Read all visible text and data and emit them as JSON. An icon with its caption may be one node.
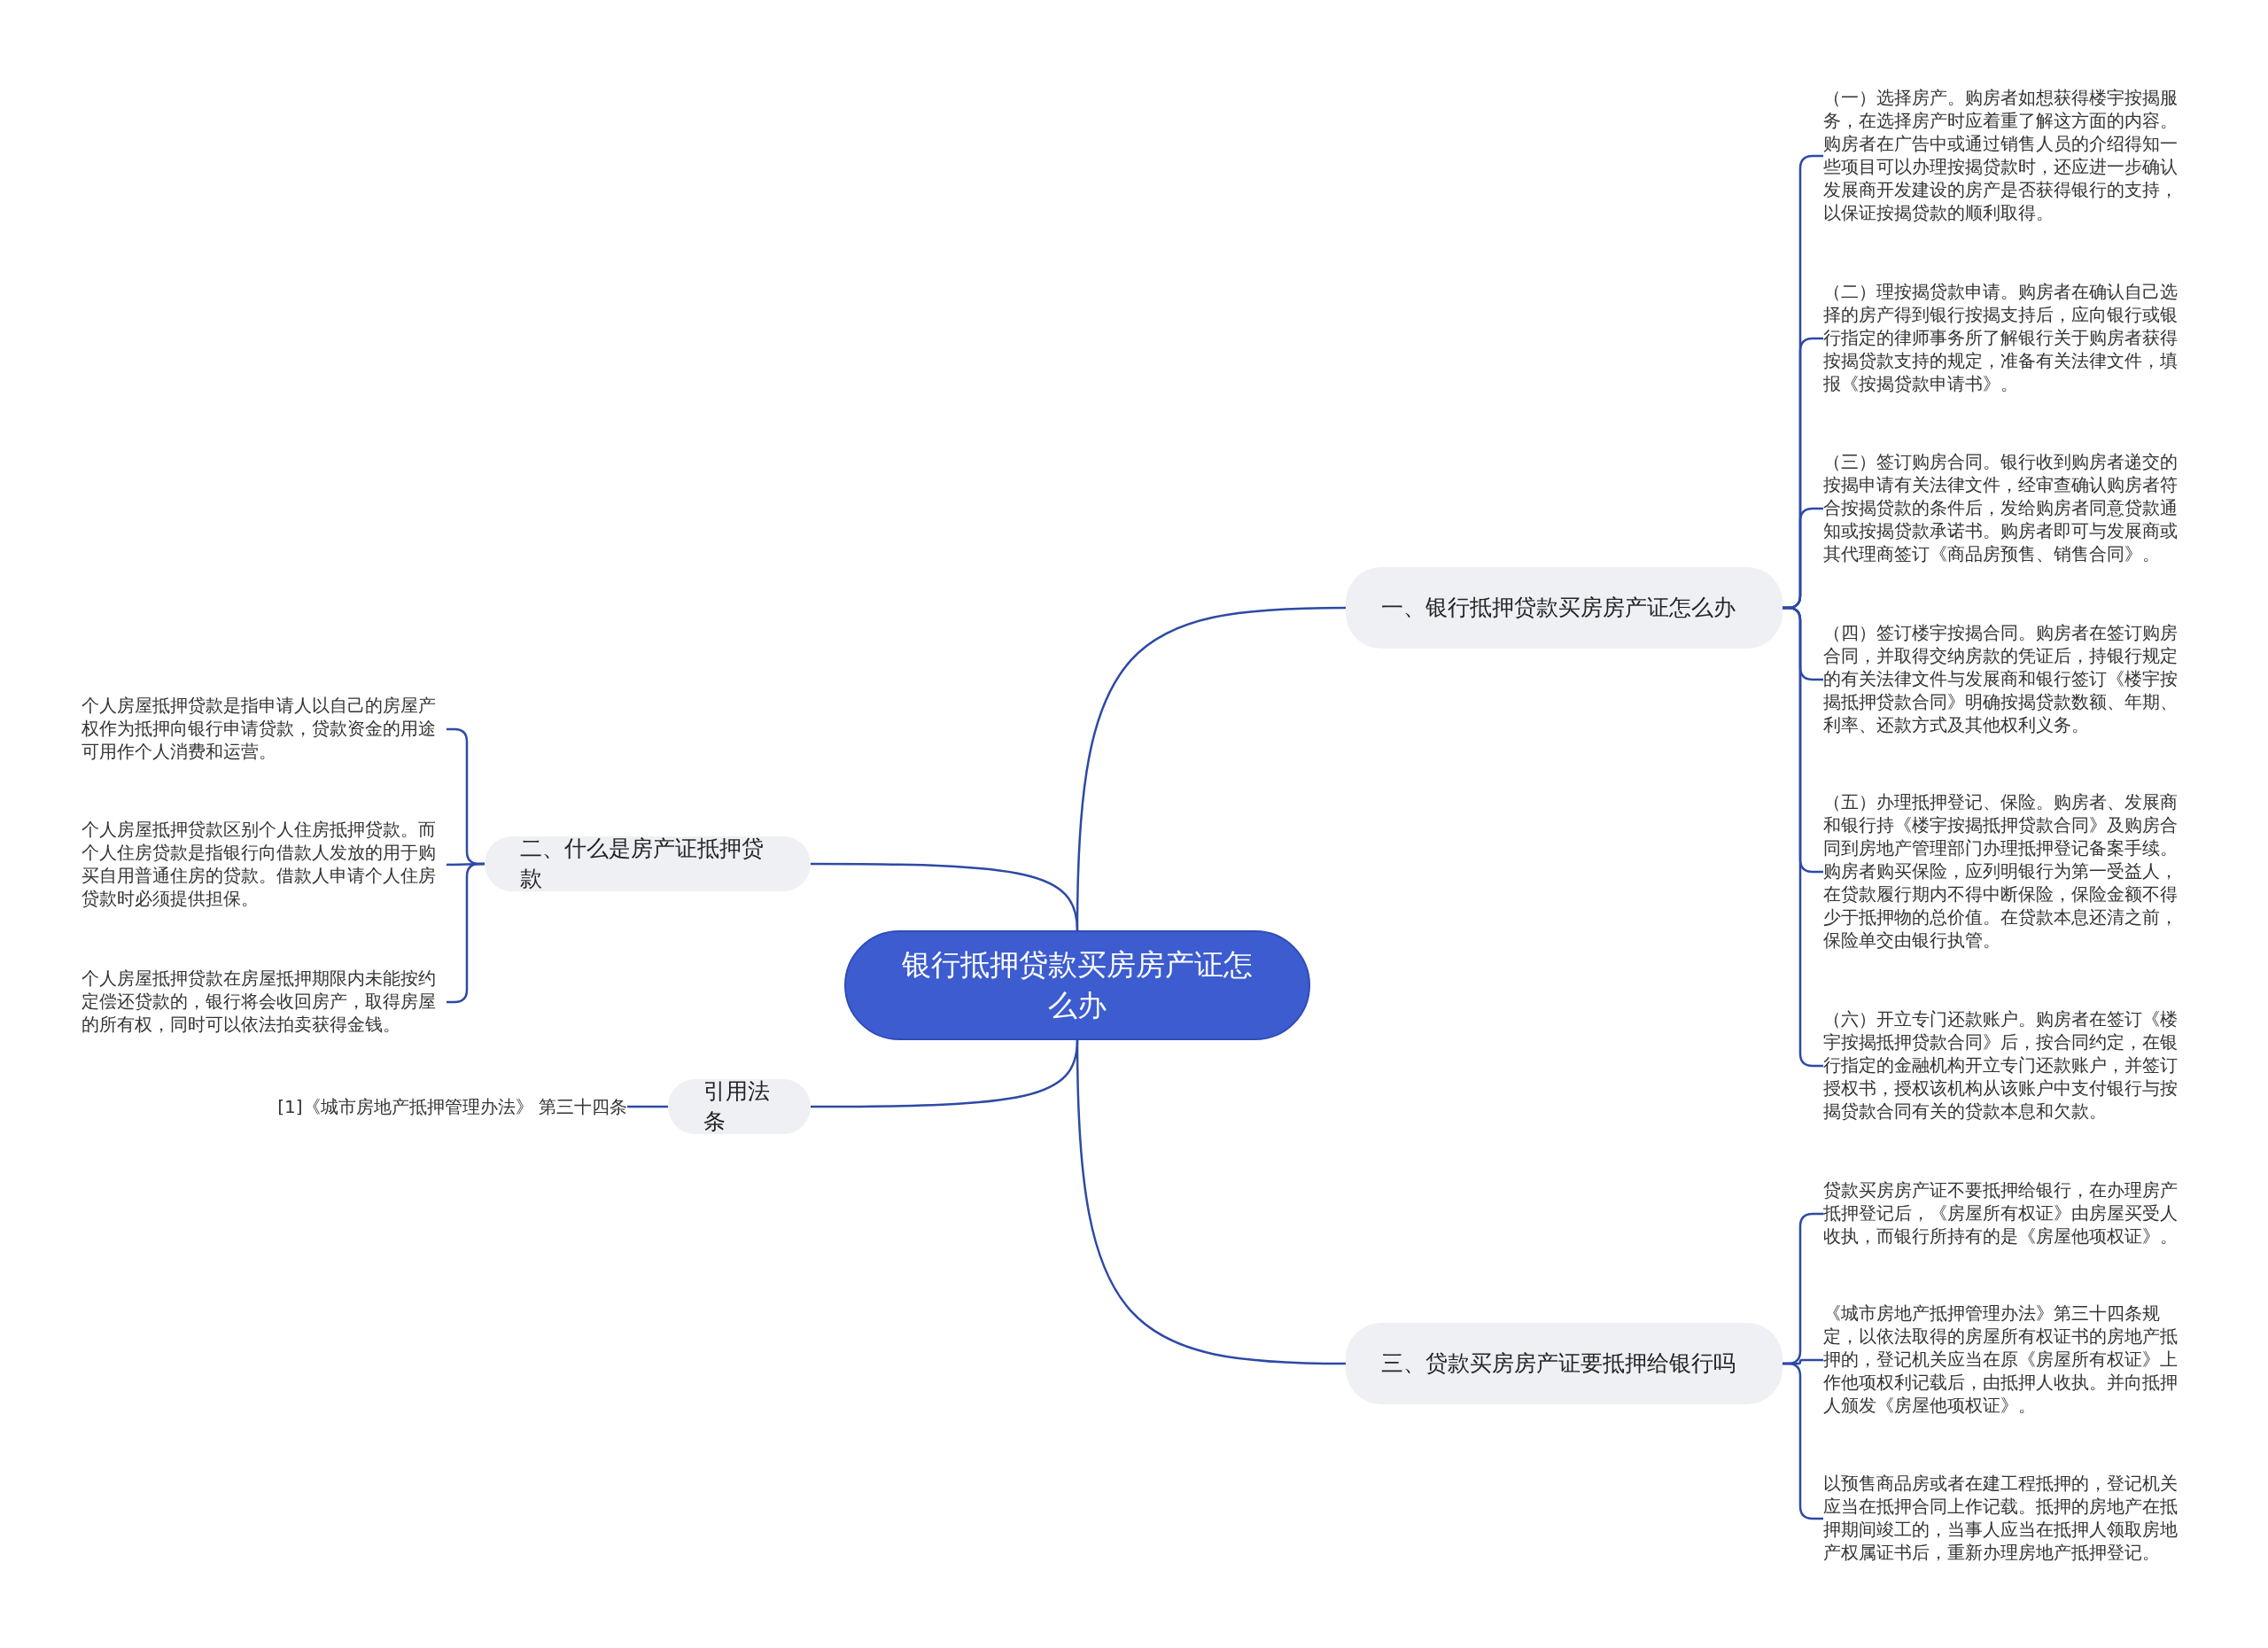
{
  "diagram": {
    "nodes": [
      {
        "text": [
          "银行抵押贷款买房房产证怎么办"
        ]
      },
      {
        "text": [
          "一、银行抵押贷款买房房产证怎么办"
        ]
      },
      {
        "text": [
          "（一）选择房产。购房者如想获得楼宇按揭服务，在选择房产时应着重了解这方面的内容。购房者在广告中或通过销售人员的介绍得知一些项目可以办理按揭贷款时，还应进一步确认发展商开发建设的房产是否获得银行的支持，以保证按揭贷款的顺利取得。"
        ]
      },
      {
        "text": [
          "（二）理按揭贷款申请。购房者在确认自己选择的房产得到银行按揭支持后，应向银行或银行指定的律师事务所了解银行关于购房者获得按揭贷款支持的规定，准备有关法律文件，填报《按揭贷款申请书》。"
        ]
      },
      {
        "text": [
          "（三）签订购房合同。银行收到购房者递交的按揭申请有关法律文件，经审查确认购房者符合按揭贷款的条件后，发给购房者同意贷款通知或按揭贷款承诺书。购房者即可与发展商或其代理商签订《商品房预售、销售合同》。"
        ]
      },
      {
        "text": [
          "（四）签订楼宇按揭合同。购房者在签订购房合同，并取得交纳房款的凭证后，持银行规定的有关法律文件与发展商和银行签订《楼宇按揭抵押贷款合同》明确按揭贷款数额、年期、利率、还款方式及其他权利义务。"
        ]
      },
      {
        "text": [
          "（五）办理抵押登记、保险。购房者、发展商和银行持《楼宇按揭抵押贷款合同》及购房合同到房地产管理部门办理抵押登记备案手续。购房者购买保险，应列明银行为第一受益人，在贷款履行期内不得中断保险，保险金额不得少于抵押物的总价值。在贷款本息还清之前，保险单交由银行执管。"
        ]
      },
      {
        "text": [
          "（六）开立专门还款账户。购房者在签订《楼宇按揭抵押贷款合同》后，按合同约定，在银行指定的金融机构开立专门还款账户，并签订授权书，授权该机构从该账户中支付银行与按揭贷款合同有关的贷款本息和欠款。"
        ]
      },
      {
        "text": [
          "二、什么是房产证抵押贷款"
        ]
      },
      {
        "text": [
          "个人房屋抵押贷款是指申请人以自己的房屋产权作为抵押向银行申请贷款，贷款资金的用途可用作个人消费和运营。"
        ]
      },
      {
        "text": [
          "个人房屋抵押贷款区别个人住房抵押贷款。而个人住房贷款是指银行向借款人发放的用于购买自用普通住房的贷款。借款人申请个人住房贷款时必须提供担保。"
        ]
      },
      {
        "text": [
          "个人房屋抵押贷款在房屋抵押期限内未能按约定偿还贷款的，银行将会收回房产，取得房屋的所有权，同时可以依法拍卖获得金钱。"
        ]
      },
      {
        "text": [
          "引用法条"
        ]
      },
      {
        "text": [
          "[1]《城市房地产抵押管理办法》 第三十四条"
        ]
      },
      {
        "text": [
          "三、贷款买房房产证要抵押给银行吗"
        ]
      },
      {
        "text": [
          "贷款买房房产证不要抵押给银行，在办理房产抵押登记后，《房屋所有权证》由房屋买受人收执，而银行所持有的是《房屋他项权证》。"
        ]
      },
      {
        "text": [
          "《城市房地产抵押管理办法》第三十四条规定，以依法取得的房屋所有权证书的房地产抵押的，登记机关应当在原《房屋所有权证》上作他项权利记载后，由抵押人收执。并向抵押人颁发《房屋他项权证》。"
        ]
      },
      {
        "text": [
          "以预售商品房或者在建工程抵押的，登记机关应当在抵押合同上作记载。抵押的房地产在抵押期间竣工的，当事人应当在抵押人领取房地产权属证书后，重新办理房地产抵押登记。"
        ]
      }
    ],
    "edges": [
      {
        "from": 0,
        "to": 1,
        "arrow": "none"
      },
      {
        "from": 1,
        "to": 2,
        "arrow": "none"
      },
      {
        "from": 1,
        "to": 3,
        "arrow": "none"
      },
      {
        "from": 1,
        "to": 4,
        "arrow": "none"
      },
      {
        "from": 1,
        "to": 5,
        "arrow": "none"
      },
      {
        "from": 1,
        "to": 6,
        "arrow": "none"
      },
      {
        "from": 1,
        "to": 7,
        "arrow": "none"
      },
      {
        "from": 0,
        "to": 8,
        "arrow": "none"
      },
      {
        "from": 8,
        "to": 9,
        "arrow": "none"
      },
      {
        "from": 8,
        "to": 10,
        "arrow": "none"
      },
      {
        "from": 8,
        "to": 11,
        "arrow": "none"
      },
      {
        "from": 0,
        "to": 12,
        "arrow": "none"
      },
      {
        "from": 12,
        "to": 13,
        "arrow": "none"
      },
      {
        "from": 0,
        "to": 14,
        "arrow": "none"
      },
      {
        "from": 14,
        "to": 15,
        "arrow": "none"
      },
      {
        "from": 14,
        "to": 16,
        "arrow": "none"
      },
      {
        "from": 14,
        "to": 17,
        "arrow": "none"
      }
    ]
  }
}
